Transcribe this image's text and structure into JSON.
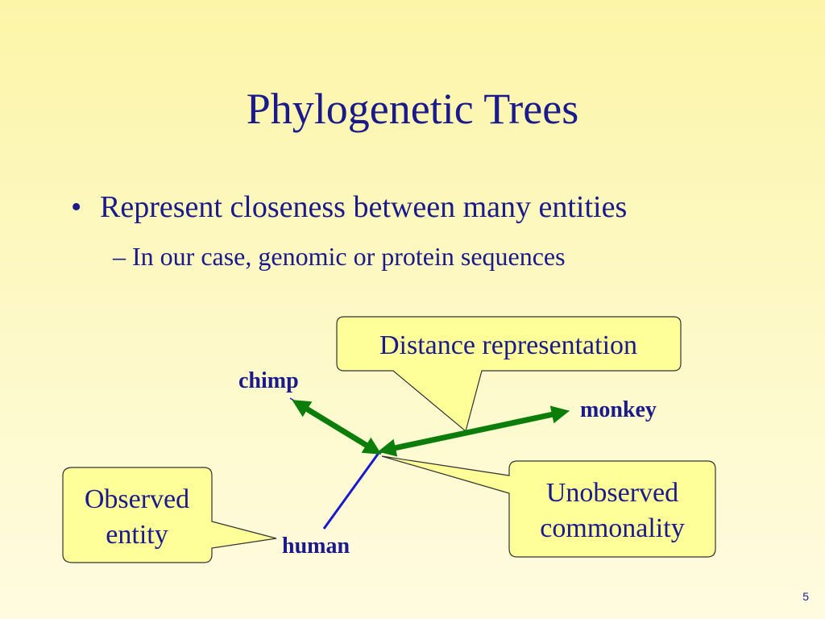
{
  "slide": {
    "title": "Phylogenetic Trees",
    "bullets": [
      {
        "text": "Represent closeness between many entities",
        "sub": "– In our case, genomic or protein sequences"
      }
    ],
    "page_number": "5"
  },
  "diagram": {
    "nodes": [
      {
        "id": "chimp",
        "label": "chimp"
      },
      {
        "id": "monkey",
        "label": "monkey"
      },
      {
        "id": "human",
        "label": "human"
      }
    ],
    "callouts": [
      {
        "id": "distance",
        "lines": [
          "Distance representation"
        ]
      },
      {
        "id": "observed",
        "lines": [
          "Observed",
          "entity"
        ]
      },
      {
        "id": "unobserved",
        "lines": [
          "Unobserved",
          "commonality"
        ]
      }
    ]
  },
  "colors": {
    "text": "#1a1a8c",
    "distance_arrow": "#0a7d0a",
    "human_branch": "#1a1acc",
    "callout_fill": "#ffff99",
    "callout_border": "#333333"
  }
}
